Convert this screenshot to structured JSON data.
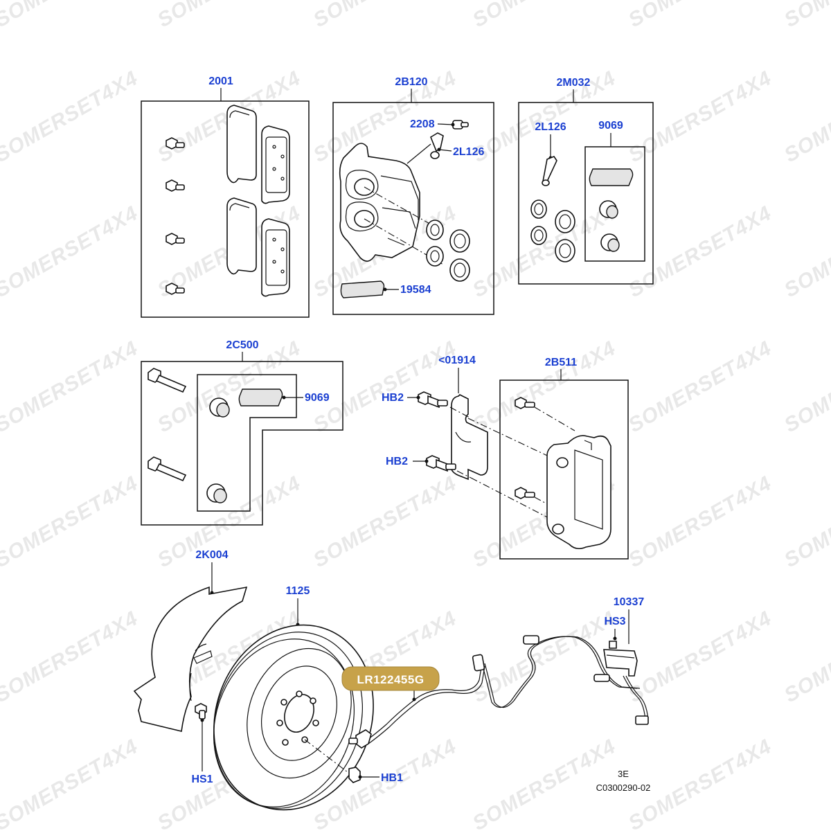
{
  "watermark": {
    "text": "SOMERSET4X4"
  },
  "colors": {
    "label": "#1a3fd1",
    "badge": "#c7a24a",
    "line": "#111111"
  },
  "labels": {
    "k2001": "2001",
    "k2B120": "2B120",
    "k2208": "2208",
    "k2L126_a": "2L126",
    "k19584": "19584",
    "k2M032": "2M032",
    "k2L126_b": "2L126",
    "k9069_a": "9069",
    "k2C500": "2C500",
    "k9069_b": "9069",
    "k01914": "<01914",
    "k2B511": "2B511",
    "kHB2_a": "HB2",
    "kHB2_b": "HB2",
    "k2K004": "2K004",
    "k1125": "1125",
    "k10337": "10337",
    "kHS3": "HS3",
    "kHS1": "HS1",
    "kHB1": "HB1"
  },
  "badge": {
    "text": "LR122455G"
  },
  "footer": {
    "ref": "3E",
    "code": "C0300290-02"
  }
}
